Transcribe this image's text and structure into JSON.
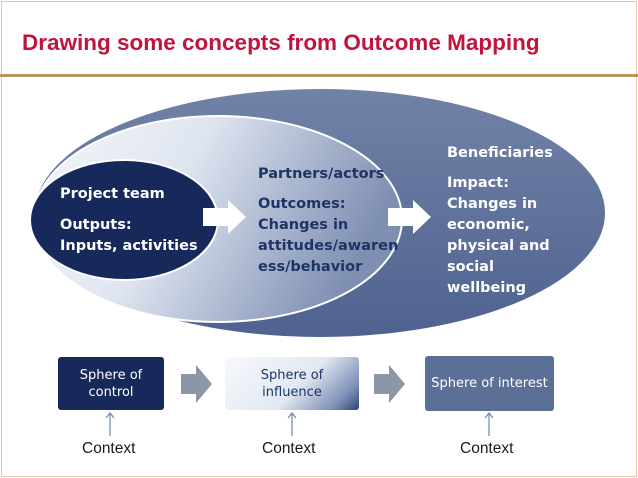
{
  "title": "Drawing some concepts from Outcome Mapping",
  "diagram": {
    "inner": {
      "heading": "Project team",
      "body_line1": "Outputs:",
      "body_line2": "Inputs, activities"
    },
    "middle": {
      "heading": "Partners/actors",
      "body_lines": [
        "Outcomes:",
        "Changes in",
        "attitudes/awaren",
        "ess/behavior"
      ]
    },
    "outer": {
      "heading": "Beneficiaries",
      "body_lines": [
        "Impact:",
        "Changes in",
        "economic,",
        "physical  and",
        "social",
        "wellbeing"
      ]
    }
  },
  "spheres": {
    "control": {
      "line1": "Sphere of",
      "line2": "control"
    },
    "influence": {
      "line1": "Sphere of",
      "line2": "influence"
    },
    "interest": {
      "line1": "Sphere of interest"
    }
  },
  "context": {
    "left": "Context",
    "middle": "Context",
    "right": "Context"
  },
  "colors": {
    "title": "#c0143c",
    "outer_ellipse": "#5c6f96",
    "inner_ellipse": "#17285a",
    "control_box": "#17285a",
    "interest_box": "#5c6f96",
    "arrows": "#8d96a6"
  }
}
